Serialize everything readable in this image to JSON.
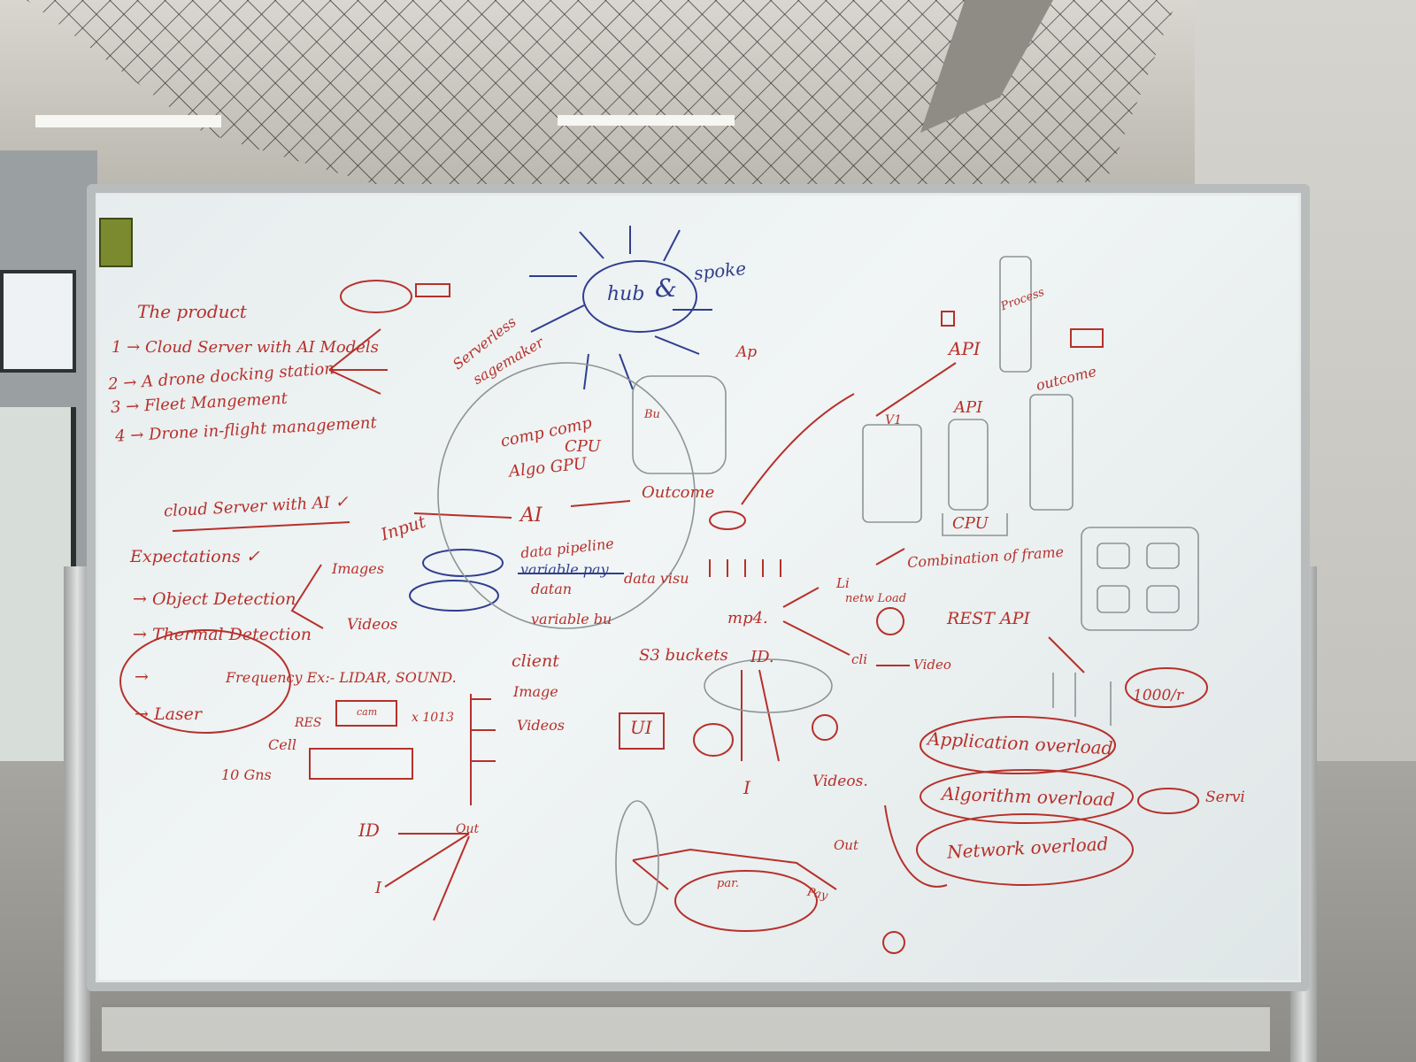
{
  "board": {
    "product": {
      "heading": "The product",
      "items": [
        "1 → Cloud Server with AI Models",
        "2 → A drone docking station",
        "3 → Fleet Mangement",
        "4 → Drone in-flight management"
      ]
    },
    "cloud_server": "cloud Server with AI ✓",
    "expectations": {
      "heading": "Expectations ✓",
      "items": [
        "→ Object Detection",
        "→ Thermal Detection",
        "→",
        "→ Laser"
      ],
      "frequency": "Frequency Ex:- LIDAR, SOUND.",
      "images": "Images",
      "videos": "Videos"
    },
    "hub": {
      "hub": "hub",
      "amp": "&",
      "spoke": "spoke"
    },
    "serverless": "Serverless",
    "sagemaker": "sagemaker",
    "ap": "Ap",
    "comp": {
      "line1": "comp  comp",
      "cpu": "CPU",
      "algo": "Algo GPU",
      "bu": "Bu"
    },
    "input": "Input",
    "ai": "AI",
    "outcome": "Outcome",
    "data": {
      "pipeline": "data pipeline",
      "variable_pay": "variable pay",
      "data_visu": "data visu",
      "datan": "datan",
      "variable_bu": "variable bu"
    },
    "s3": "S3 buckets",
    "id1": "ID.",
    "client": {
      "heading": "client",
      "image": "Image",
      "videos": "Videos",
      "ui": "UI"
    },
    "res": "RES",
    "cam": "cam",
    "x1013": "x 1013",
    "cell": "Cell",
    "ten_gns": "10 Gns",
    "id2": "ID",
    "out1": "Out",
    "i1": "I",
    "i2": "I",
    "videos2": "Videos.",
    "mp4": "mp4.",
    "li": "Li",
    "network_load": "netw Load",
    "combination": "Combination of frame",
    "rest_api": "REST API",
    "cli": "cli",
    "video": "Video",
    "price": "1000/r",
    "api1": "API",
    "api2": "API",
    "cpu": "CPU",
    "outcome2": "outcome",
    "process": "Process",
    "v1": "V1",
    "overloads": [
      "Application overload",
      "Algorithm overload",
      "Network overload"
    ],
    "serv": "Servi",
    "out2": "Out",
    "par": "par.",
    "pay": "Pay"
  }
}
